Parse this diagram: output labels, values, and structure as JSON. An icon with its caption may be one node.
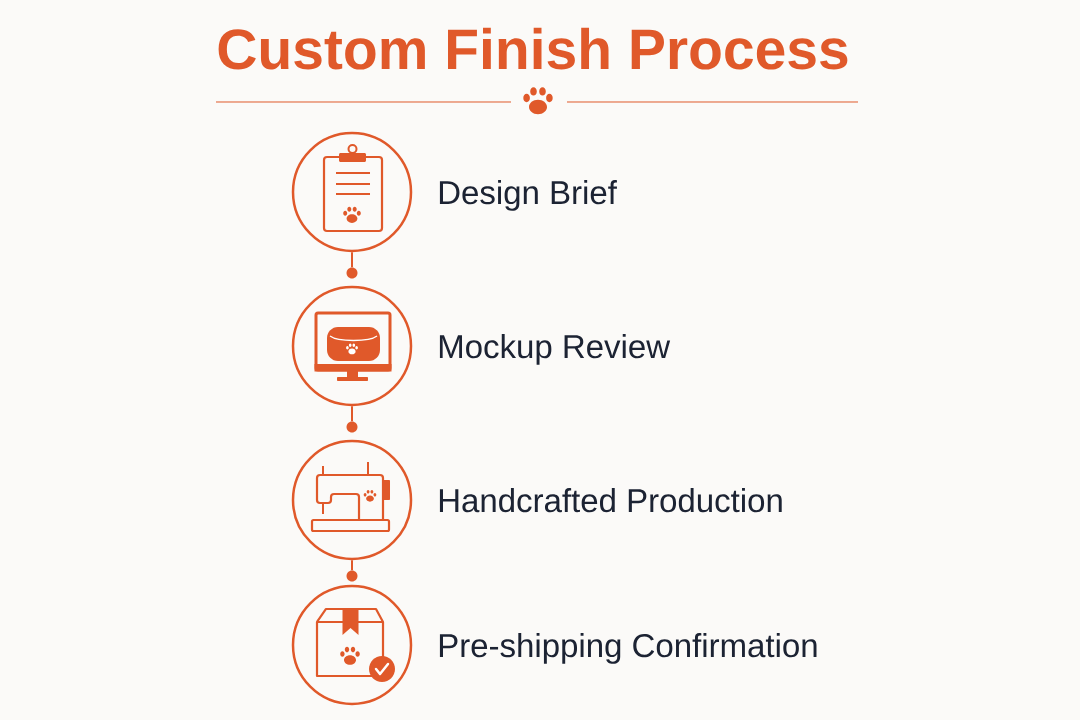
{
  "diagram": {
    "title": "Custom Finish Process",
    "nodes": [
      {
        "text": [],
        "shape": "circle",
        "beside": [
          "Design Brief"
        ]
      },
      {
        "text": [],
        "shape": "circle"
      },
      {
        "text": [],
        "shape": "circle",
        "beside": [
          "Mockup Review"
        ]
      },
      {
        "text": [],
        "shape": "circle"
      },
      {
        "text": [],
        "shape": "circle",
        "beside": [
          "Handcrafted Production"
        ]
      },
      {
        "text": [],
        "shape": "circle"
      },
      {
        "text": [],
        "shape": "circle",
        "beside": [
          "Pre-shipping Confirmation"
        ]
      }
    ],
    "edges": [
      {
        "from": 0,
        "to": 1,
        "arrow": "none"
      },
      {
        "from": 2,
        "to": 3,
        "arrow": "none"
      },
      {
        "from": 4,
        "to": 5,
        "arrow": "none"
      }
    ]
  }
}
